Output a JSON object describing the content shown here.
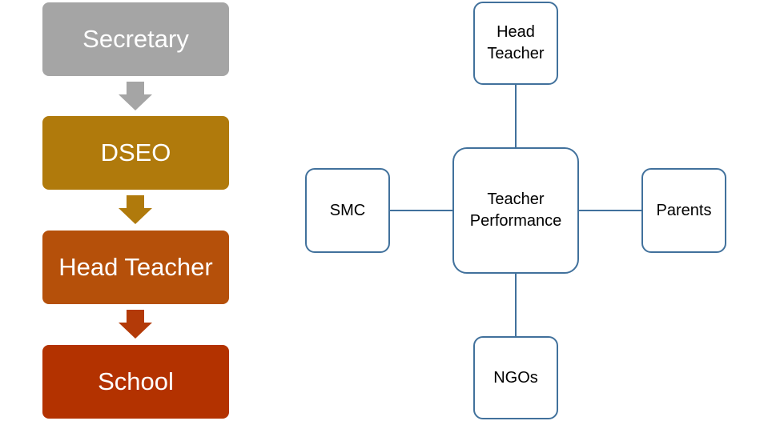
{
  "hierarchy": {
    "items": [
      {
        "label": "Secretary",
        "color": "#a5a5a5"
      },
      {
        "label": "DSEO",
        "color": "#b07a0c"
      },
      {
        "label": "Head Teacher",
        "color": "#b5500a"
      },
      {
        "label": "School",
        "color": "#b33200"
      }
    ],
    "arrows": [
      {
        "icon": "down-arrow-icon",
        "color": "#a5a5a5"
      },
      {
        "icon": "down-arrow-icon",
        "color": "#b07a0c"
      },
      {
        "icon": "down-arrow-icon",
        "color": "#b33a08"
      }
    ]
  },
  "radial": {
    "center": {
      "label": "Teacher\nPerformance"
    },
    "top": {
      "label": "Head\nTeacher"
    },
    "left": {
      "label": "SMC"
    },
    "right": {
      "label": "Parents"
    },
    "bottom": {
      "label": "NGOs"
    },
    "border_color": "#41719c"
  }
}
